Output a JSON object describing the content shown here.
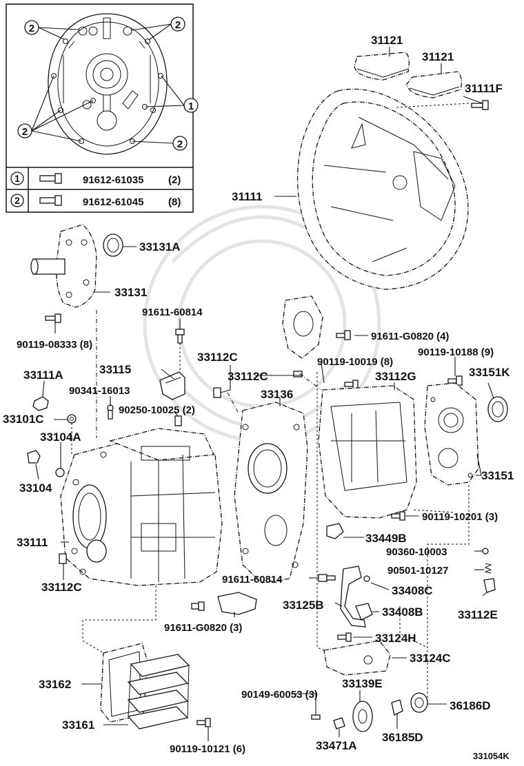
{
  "diagram_id": "331054K",
  "inset": {
    "callouts": [
      "1",
      "2"
    ],
    "table": [
      {
        "key": "1",
        "part": "91612-61035",
        "qty": "(2)"
      },
      {
        "key": "2",
        "part": "91612-61045",
        "qty": "(8)"
      }
    ]
  },
  "labels": {
    "l31121a": "31121",
    "l31121b": "31121",
    "l31111F": "31111F",
    "l31111": "31111",
    "l33131A": "33131A",
    "l33131": "33131",
    "l90119_08333": "90119-08333 (8)",
    "l91611_60814a": "91611-60814",
    "l33115": "33115",
    "l33112Ca": "33112C",
    "l33111A": "33111A",
    "l90341": "90341-16013",
    "l33112Cb": "33112C",
    "l90250": "90250-10025 (2)",
    "l33136": "33136",
    "l33101C": "33101C",
    "l33104A": "33104A",
    "l33104": "33104",
    "l33111b": "33111",
    "l33112Cc": "33112C",
    "l91611_G0820_4": "91611-G0820 (4)",
    "l90119_10019": "90119-10019 (8)",
    "l90119_10188": "90119-10188 (9)",
    "l33112G": "33112G",
    "l33151K": "33151K",
    "l33151": "33151",
    "l90119_10201": "90119-10201 (3)",
    "l33449B": "33449B",
    "l90360": "90360-10003",
    "l90501": "90501-10127",
    "l91611_60814b": "91611-60814",
    "l33408C": "33408C",
    "l33125B": "33125B",
    "l33408B": "33408B",
    "l33112E": "33112E",
    "l91611_G0820_3": "91611-G0820 (3)",
    "l33124H": "33124H",
    "l33124C": "33124C",
    "l33162": "33162",
    "l33139E": "33139E",
    "l90149": "90149-60053 (3)",
    "l36186D": "36186D",
    "l33161": "33161",
    "l90119_10121": "90119-10121 (6)",
    "l33471A": "33471A",
    "l36185D": "36185D"
  }
}
